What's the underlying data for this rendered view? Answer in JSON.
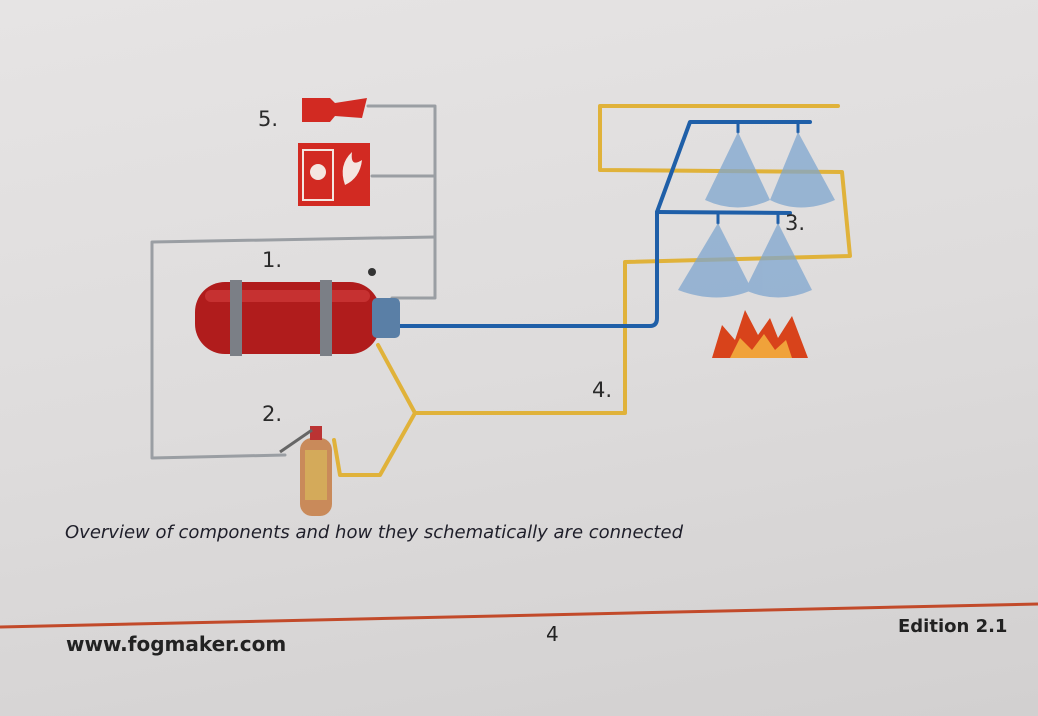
{
  "diagram": {
    "labels": [
      "1.",
      "2.",
      "3.",
      "4.",
      "5."
    ],
    "colors": {
      "cylinder": "#b01c1c",
      "detection": "#e0b23a",
      "pipe": "#1f5fa8",
      "wire": "#9a9ea3",
      "signal": "#d22a22"
    }
  },
  "caption": "Overview of components and how they schematically are connected",
  "footer": {
    "url": "www.fogmaker.com",
    "page": "4",
    "edition": "Edition 2.1"
  }
}
